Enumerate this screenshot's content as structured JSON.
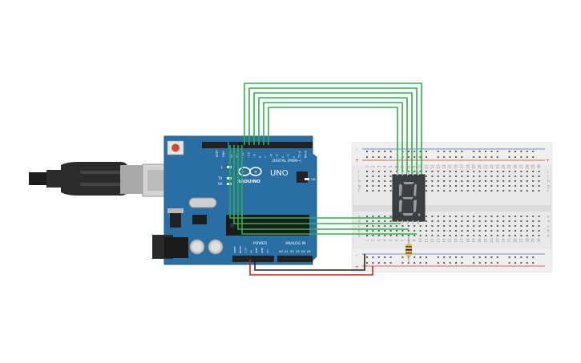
{
  "arduino": {
    "brand": "ARDUINO",
    "model": "UNO",
    "digital_label": "DIGITAL (PWM~)",
    "power_label": "POWER",
    "analog_label": "ANALOG IN",
    "aref_label": "AREF",
    "gnd_label": "GND",
    "tx_label": "TX",
    "rx_label": "RX",
    "l_label": "L",
    "on_label": "ON",
    "digital_pins": [
      "13",
      "12",
      "~11",
      "~10",
      "~9",
      "8",
      "7",
      "~6",
      "~5",
      "4",
      "~3",
      "2",
      "TX→1",
      "RX←0"
    ],
    "power_pins": [
      "IOREF",
      "RESET",
      "3.3V",
      "5V",
      "GND",
      "GND",
      "Vin"
    ],
    "analog_pins": [
      "A0",
      "A1",
      "A2",
      "A3",
      "A4",
      "A5"
    ]
  },
  "breadboard": {
    "column_numbers": [
      "1",
      "2",
      "3",
      "4",
      "5",
      "6",
      "7",
      "8",
      "9",
      "10",
      "11",
      "12",
      "13",
      "14",
      "15",
      "16",
      "17",
      "18",
      "19",
      "20",
      "21",
      "22",
      "23",
      "24",
      "25",
      "26",
      "27",
      "28",
      "29",
      "30"
    ],
    "row_letters_top": [
      "j",
      "i",
      "h",
      "g",
      "f"
    ],
    "row_letters_bottom": [
      "e",
      "d",
      "c",
      "b",
      "a"
    ],
    "rail_plus": "+",
    "rail_minus": "-"
  },
  "display": {
    "digit": "8"
  },
  "colors": {
    "board": "#2a6fa3",
    "wire_signal": "#2fb04a",
    "wire_power": "#d21e1e",
    "wire_ground": "#222222",
    "display_segment": "#9a9a9a",
    "display_body": "#3a3f44"
  }
}
